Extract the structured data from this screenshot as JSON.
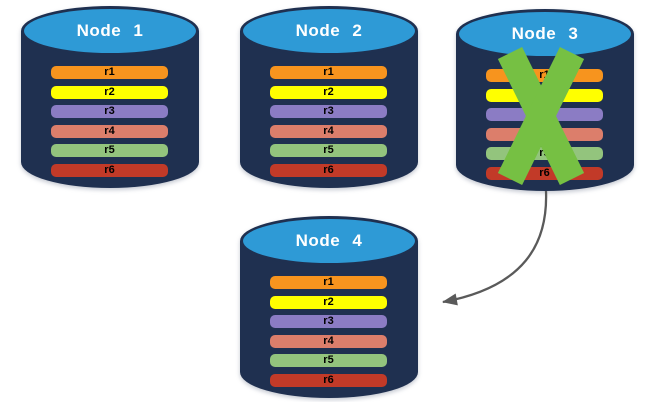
{
  "colors": {
    "cylinder_body": "#1F3050",
    "cylinder_top": "#2E9AD6",
    "title_text": "#ffffff",
    "row_text": "#000000"
  },
  "nodes": [
    {
      "title": "Node 1",
      "failed": false,
      "rows": [
        {
          "label": "r1",
          "color": "#F7941E"
        },
        {
          "label": "r2",
          "color": "#FFFF00"
        },
        {
          "label": "r3",
          "color": "#8B7CC4"
        },
        {
          "label": "r4",
          "color": "#DC7E6B"
        },
        {
          "label": "r5",
          "color": "#93C47D"
        },
        {
          "label": "r6",
          "color": "#C23A28"
        }
      ]
    },
    {
      "title": "Node 2",
      "failed": false,
      "rows": [
        {
          "label": "r1",
          "color": "#F7941E"
        },
        {
          "label": "r2",
          "color": "#FFFF00"
        },
        {
          "label": "r3",
          "color": "#8B7CC4"
        },
        {
          "label": "r4",
          "color": "#DC7E6B"
        },
        {
          "label": "r5",
          "color": "#93C47D"
        },
        {
          "label": "r6",
          "color": "#C23A28"
        }
      ]
    },
    {
      "title": "Node 3",
      "failed": true,
      "rows": [
        {
          "label": "r1",
          "color": "#F7941E"
        },
        {
          "label": "r2",
          "color": "#FFFF00"
        },
        {
          "label": "r3",
          "color": "#8B7CC4"
        },
        {
          "label": "r4",
          "color": "#DC7E6B"
        },
        {
          "label": "r5",
          "color": "#93C47D"
        },
        {
          "label": "r6",
          "color": "#C23A28"
        }
      ]
    },
    {
      "title": "Node 4",
      "failed": false,
      "rows": [
        {
          "label": "r1",
          "color": "#F7941E"
        },
        {
          "label": "r2",
          "color": "#FFFF00"
        },
        {
          "label": "r3",
          "color": "#8B7CC4"
        },
        {
          "label": "r4",
          "color": "#DC7E6B"
        },
        {
          "label": "r5",
          "color": "#93C47D"
        },
        {
          "label": "r6",
          "color": "#C23A28"
        }
      ]
    }
  ],
  "failure_x": {
    "node": "Node 3",
    "color": "#76C043"
  },
  "arrow": {
    "from": "Node 3",
    "to": "Node 4",
    "color": "#5A5A5A"
  }
}
